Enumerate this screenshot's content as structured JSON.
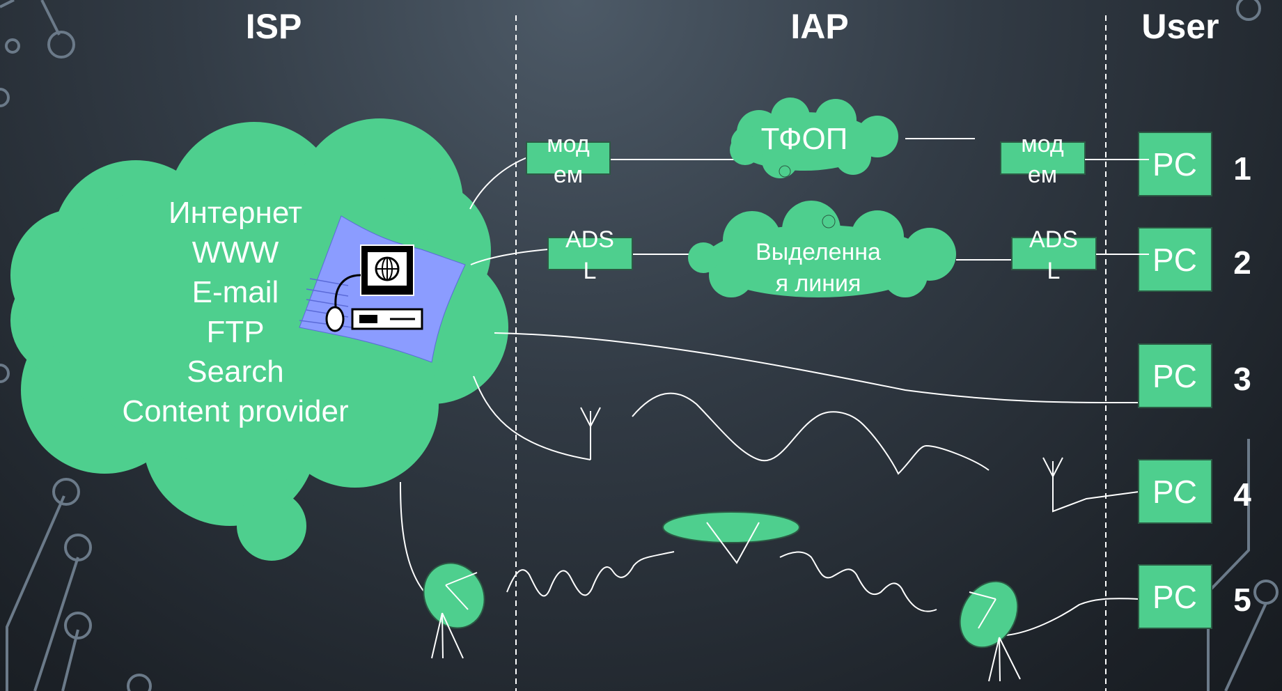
{
  "headers": {
    "isp": "ISP",
    "iap": "IAP",
    "user": "User"
  },
  "isp_cloud_lines": [
    "Интернет",
    "WWW",
    "E-mail",
    "FTP",
    "Search",
    "Content provider"
  ],
  "row1": {
    "modem_left": [
      "мод",
      "ем"
    ],
    "cloud": "ТФОП",
    "modem_right": [
      "мод",
      "ем"
    ],
    "pc": "PC",
    "num": "1"
  },
  "row2": {
    "adsl_left": [
      "ADS",
      "L"
    ],
    "cloud": [
      "Выделенна",
      "я линия"
    ],
    "adsl_right": [
      "ADS",
      "L"
    ],
    "pc": "PC",
    "num": "2"
  },
  "row3": {
    "pc": "PC",
    "num": "3"
  },
  "row4": {
    "pc": "PC",
    "num": "4"
  },
  "row5": {
    "pc": "PC",
    "num": "5"
  },
  "colors": {
    "green": "#4ecf8e",
    "background": "#2a323b",
    "text": "#ffffff",
    "computer_sheet": "#8b9cff"
  },
  "icons": [
    "computer-globe-icon",
    "antenna-icon",
    "satellite-dish-icon",
    "satellite-icon"
  ]
}
